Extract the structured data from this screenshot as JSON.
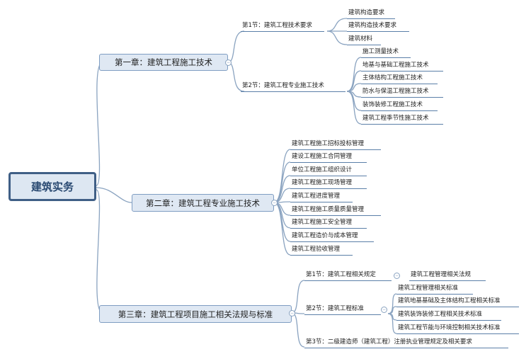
{
  "root": "建筑实务",
  "chapters": [
    {
      "title": "第一章：建筑工程施工技术",
      "sections": [
        {
          "title": "第1节：建筑工程技术要求",
          "items": [
            "建筑构造要求",
            "建筑构造技术要求",
            "建筑材料"
          ]
        },
        {
          "title": "第2节：建筑工程专业施工技术",
          "items": [
            "施工测量技术",
            "地基与基础工程施工技术",
            "主体结构工程施工技术",
            "防水与保温工程施工技术",
            "装饰装修工程施工技术",
            "建筑工程季节性施工技术"
          ]
        }
      ]
    },
    {
      "title": "第二章：建筑工程专业施工技术",
      "items": [
        "建筑工程施工招标投标管理",
        "建设工程施工合同管理",
        "单位工程施工组织设计",
        "建筑工程施工现场管理",
        "建筑工程进度管理",
        "建筑工程施工质量质量管理",
        "建筑工程施工安全管理",
        "建筑工程造价与成本管理",
        "建筑工程验收管理"
      ]
    },
    {
      "title": "第三章：建筑工程项目施工相关法规与标准",
      "sections": [
        {
          "title": "第1节：建筑工程相关规定",
          "items": [
            "建筑工程管理相关法规"
          ]
        },
        {
          "title": "第2节：建筑工程标准",
          "items": [
            "建筑工程管理相关标准",
            "建筑地基基础及主体结构工程相关标准",
            "建筑装饰装修工程相关技术标准",
            "建筑工程节能与环境控制相关技术标准"
          ]
        },
        {
          "title": "第3节：二级建造师（建筑工程）注册执业管理规定及相关要求",
          "items": []
        }
      ]
    }
  ]
}
